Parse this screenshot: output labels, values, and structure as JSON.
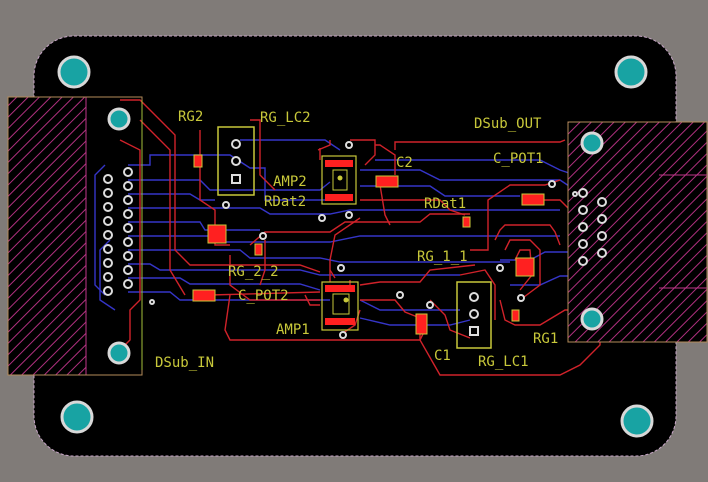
{
  "board": {
    "colors": {
      "background": "#807b78",
      "board_fill": "#000000",
      "outline": "#c8a6c8",
      "top_trace": "#d0222a",
      "bottom_trace": "#3535c8",
      "silkscreen": "#c8c83a",
      "connector_hatch": "#c0368a",
      "mounting_hole": "#18a3a3",
      "via": "#dddddd",
      "pad": "#ff2020"
    }
  },
  "labels": {
    "rg2": "RG2",
    "rg_lc2": "RG_LC2",
    "amp2": "AMP2",
    "c2": "C2",
    "dsub_out": "DSub_OUT",
    "c_pot1": "C_POT1",
    "rdat2": "RDat2",
    "rdat1": "RDat1",
    "rg_2_2": "RG_2_2",
    "rg_1_1": "RG_1_1",
    "c_pot2": "C_POT2",
    "amp1": "AMP1",
    "rg1": "RG1",
    "c1": "C1",
    "rg_lc1": "RG_LC1",
    "dsub_in": "DSub_IN"
  }
}
